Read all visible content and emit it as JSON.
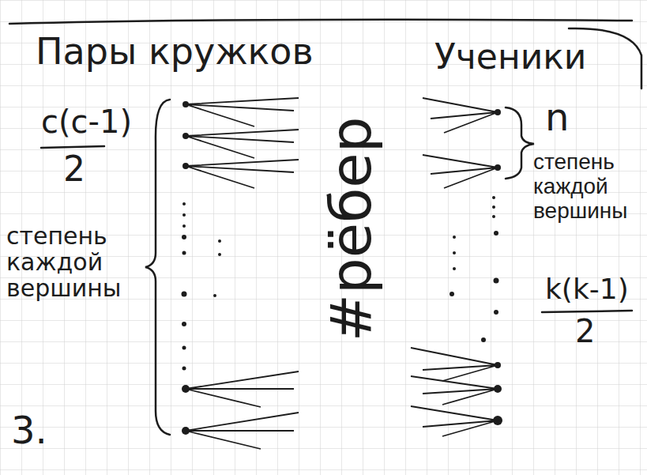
{
  "diagram": {
    "labels": [
      "Пары кружков",
      "Ученики",
      "c(c-1)",
      "2",
      "степень каждой вершины",
      "3.",
      "#рёбер",
      "n",
      "степень каждой вершины",
      "k(k-1)",
      "2"
    ]
  }
}
